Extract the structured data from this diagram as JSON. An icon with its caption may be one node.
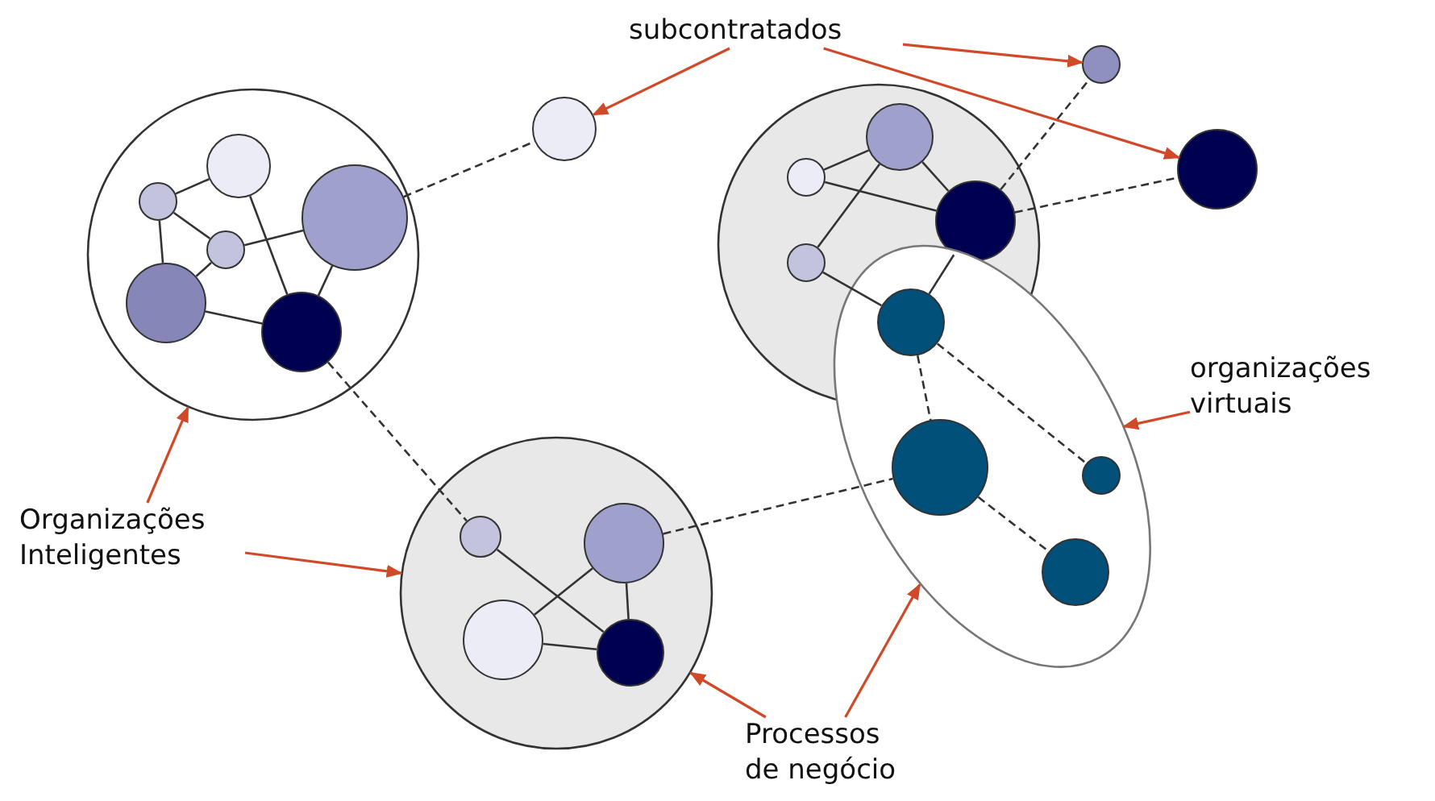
{
  "diagram": {
    "nodes": [
      {
        "text": [],
        "shape": "circle"
      },
      {
        "text": [],
        "shape": "circle",
        "in": 0
      },
      {
        "text": [],
        "shape": "circle",
        "in": 0
      },
      {
        "text": [],
        "shape": "circle",
        "in": 0
      },
      {
        "text": [],
        "shape": "circle",
        "in": 0
      },
      {
        "text": [],
        "shape": "circle",
        "in": 0
      },
      {
        "text": [],
        "shape": "circle",
        "in": 0
      },
      {
        "text": [],
        "shape": "circle"
      },
      {
        "text": [],
        "shape": "circle"
      },
      {
        "text": [],
        "shape": "circle",
        "in": 8
      },
      {
        "text": [],
        "shape": "circle",
        "in": 8
      },
      {
        "text": [],
        "shape": "circle",
        "in": 8
      },
      {
        "text": [],
        "shape": "circle",
        "in": 8
      },
      {
        "text": [],
        "shape": "circle"
      },
      {
        "text": [],
        "shape": "circle"
      },
      {
        "text": [],
        "shape": "circle"
      },
      {
        "text": [],
        "shape": "circle",
        "in": 15
      },
      {
        "text": [],
        "shape": "circle",
        "in": 15
      },
      {
        "text": [],
        "shape": "circle",
        "in": 15
      },
      {
        "text": [],
        "shape": "circle",
        "in": 15
      },
      {
        "text": [],
        "shape": "ellipse"
      },
      {
        "text": [],
        "shape": "circle"
      },
      {
        "text": [],
        "shape": "circle",
        "in": 20
      },
      {
        "text": [],
        "shape": "circle",
        "in": 20
      },
      {
        "text": [],
        "shape": "circle",
        "in": 20
      },
      {
        "text": [
          "subcontratados"
        ]
      },
      {
        "text": [
          "Organizações Inteligentes"
        ]
      },
      {
        "text": [
          "organizações virtuais"
        ]
      },
      {
        "text": [
          "Processos de negócio"
        ]
      }
    ],
    "edges": [
      {
        "from": 1,
        "to": 2,
        "arrow": "none"
      },
      {
        "from": 1,
        "to": 3,
        "arrow": "none"
      },
      {
        "from": 1,
        "to": 5,
        "arrow": "none"
      },
      {
        "from": 3,
        "to": 4,
        "arrow": "none"
      },
      {
        "from": 3,
        "to": 5,
        "arrow": "none"
      },
      {
        "from": 2,
        "to": 6,
        "arrow": "none"
      },
      {
        "from": 4,
        "to": 6,
        "arrow": "none"
      },
      {
        "from": 5,
        "to": 6,
        "arrow": "none"
      },
      {
        "from": 4,
        "to": 7,
        "arrow": "none",
        "style": "dashed"
      },
      {
        "from": 9,
        "to": 10,
        "arrow": "none"
      },
      {
        "from": 9,
        "to": 12,
        "arrow": "none"
      },
      {
        "from": 10,
        "to": 12,
        "arrow": "none"
      },
      {
        "from": 10,
        "to": 11,
        "arrow": "none"
      },
      {
        "from": 12,
        "to": 13,
        "arrow": "none",
        "style": "dashed"
      },
      {
        "from": 12,
        "to": 14,
        "arrow": "none",
        "style": "dashed"
      },
      {
        "from": 6,
        "to": 16,
        "arrow": "none",
        "style": "dashed"
      },
      {
        "from": 16,
        "to": 19,
        "arrow": "none"
      },
      {
        "from": 17,
        "to": 18,
        "arrow": "none"
      },
      {
        "from": 17,
        "to": 19,
        "arrow": "none"
      },
      {
        "from": 18,
        "to": 19,
        "arrow": "none"
      },
      {
        "from": 11,
        "to": 21,
        "arrow": "none"
      },
      {
        "from": 12,
        "to": 21,
        "arrow": "none"
      },
      {
        "from": 21,
        "to": 22,
        "arrow": "none",
        "style": "dashed"
      },
      {
        "from": 21,
        "to": 23,
        "arrow": "none",
        "style": "dashed"
      },
      {
        "from": 22,
        "to": 24,
        "arrow": "none",
        "style": "dashed"
      },
      {
        "from": 17,
        "to": 22,
        "arrow": "none",
        "style": "dashed"
      },
      {
        "from": 25,
        "to": 7,
        "arrow": "to",
        "color": "#d04a2a"
      },
      {
        "from": 25,
        "to": 13,
        "arrow": "to",
        "color": "#d04a2a"
      },
      {
        "from": 25,
        "to": 14,
        "arrow": "to",
        "color": "#d04a2a"
      },
      {
        "from": 26,
        "to": 0,
        "arrow": "to",
        "color": "#d04a2a"
      },
      {
        "from": 26,
        "to": 15,
        "arrow": "to",
        "color": "#d04a2a"
      },
      {
        "from": 27,
        "to": 20,
        "arrow": "to",
        "color": "#d04a2a"
      },
      {
        "from": 28,
        "to": 15,
        "arrow": "to",
        "color": "#d04a2a"
      },
      {
        "from": 28,
        "to": 20,
        "arrow": "to",
        "color": "#d04a2a"
      }
    ]
  }
}
